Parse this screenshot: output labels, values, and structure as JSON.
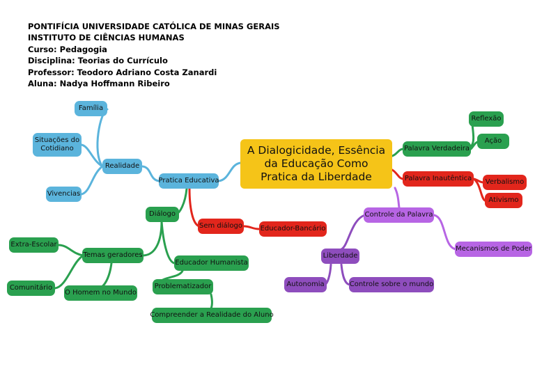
{
  "header": {
    "lines": [
      "PONTIFÍCIA UNIVERSIDADE CATÓLICA DE MINAS GERAIS",
      "INSTITUTO DE CIÊNCIAS HUMANAS",
      "Curso: Pedagogia",
      "Disciplina: Teorias do Currículo",
      "Professor: Teodoro Adriano Costa Zanardi",
      "Aluna: Nadya Hoffmann Ribeiro"
    ]
  },
  "mindmap": {
    "central": "A Dialogicidade, Essência da Educação Como Pratica da Liberdade",
    "nodes": {
      "pratica_educativa": "Pratica Educativa",
      "realidade": "Realidade",
      "familia": "Família",
      "situacoes_do_cotidiano": "Situações do Cotidiano",
      "vivencias": "Vivencias",
      "dialogo": "Diálogo",
      "temas_geradores": "Temas geradores",
      "extra_escolar": "Extra-Escolar",
      "comunitario": "Comunitário",
      "o_homem_no_mundo": "O Homem no Mundo",
      "educador_humanista": "Educador Humanista",
      "problematizador": "Problematizador",
      "compreender_a_realidade_do_aluno": "Compreender a Realidade do Aluno",
      "sem_dialogo": "Sem diálogo",
      "educador_bancario": "Educador-Bancário",
      "palavra_verdadeira": "Palavra Verdadeira",
      "reflexao": "Reflexão",
      "acao": "Ação",
      "palavra_inautentica": "Palavra Inautêntica",
      "verbalismo": "Verbalismo",
      "ativismo": "Ativismo",
      "controle_da_palavra": "Controle da Palavra",
      "mecanismos_de_poder": "Mecanismos de Poder",
      "liberdade": "Liberdade",
      "autonomia": "Autonomia",
      "controle_sobre_o_mundo": "Controle sobre o mundo"
    },
    "colors": {
      "blue": "#5bb4dc",
      "green": "#2aa04f",
      "red": "#e2261c",
      "purple": "#8e4dbd",
      "light_purple": "#b765e4",
      "central": "#f5c418"
    }
  }
}
